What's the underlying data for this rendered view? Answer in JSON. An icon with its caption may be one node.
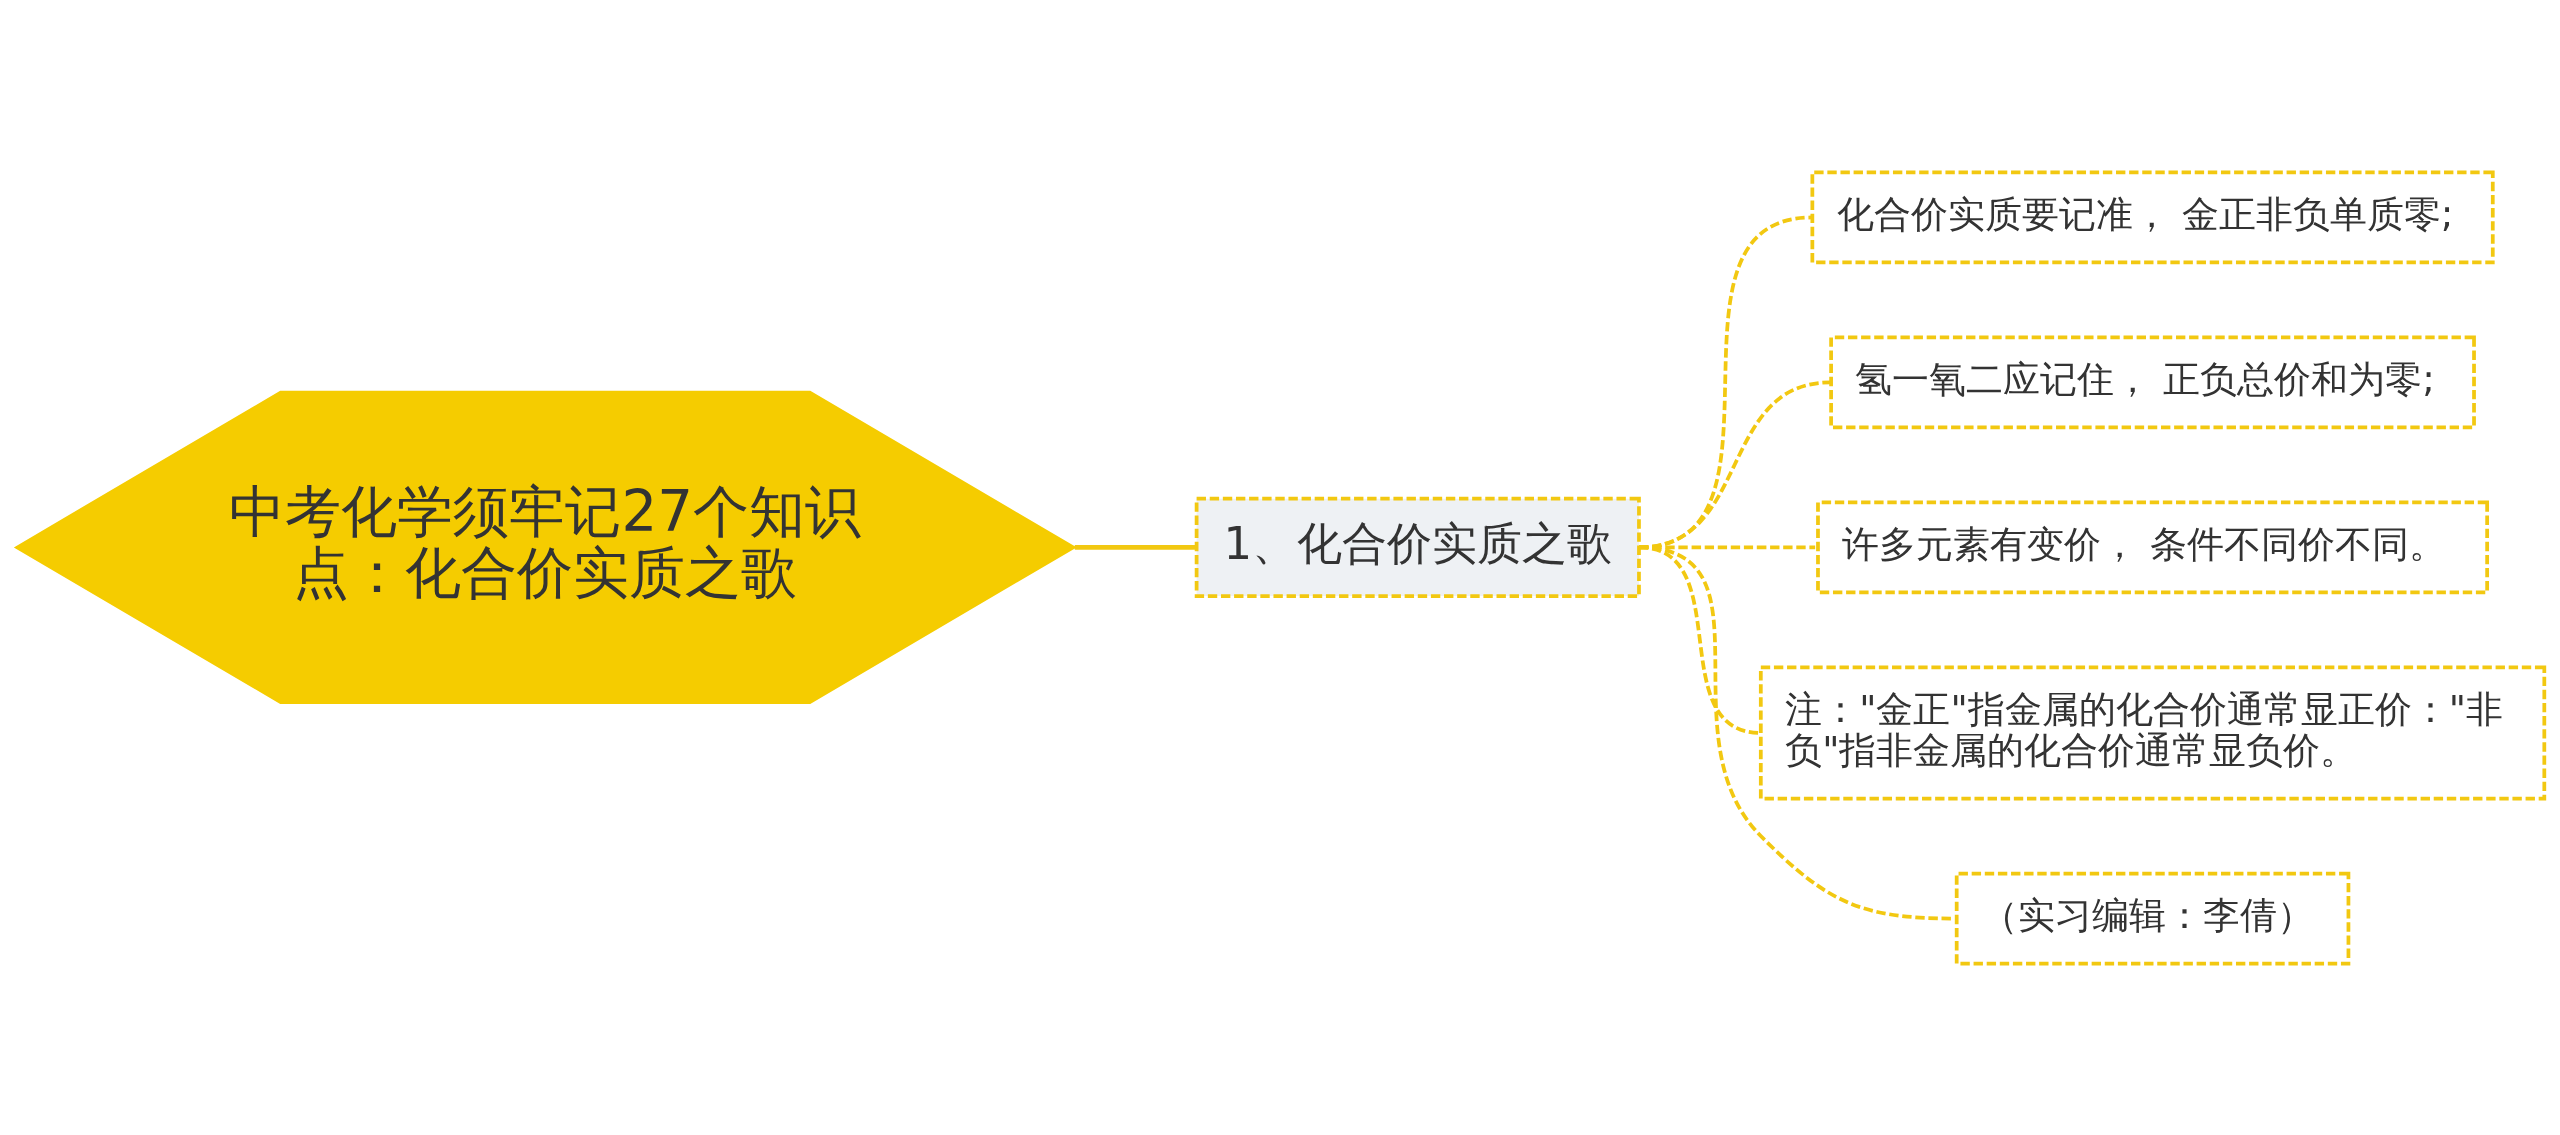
{
  "diagram": {
    "nodes": [
      {
        "text": [
          "中考化学须牢记27个知识点：化合价实质之歌"
        ]
      },
      {
        "text": [
          "1、化合价实质之歌"
        ]
      },
      {
        "text": [
          "化合价实质要记准， 金正非负单质零;"
        ]
      },
      {
        "text": [
          "氢一氧二应记住， 正负总价和为零;"
        ]
      },
      {
        "text": [
          "许多元素有变价， 条件不同价不同。"
        ]
      },
      {
        "text": [
          "注：\"金正\"指金属的化合价通常显正价：\"非负\"指非金属的化合价通常显负价。"
        ]
      },
      {
        "text": [
          "（实习编辑：李倩）"
        ]
      }
    ],
    "edges": [
      {
        "from": 0,
        "to": 1,
        "arrow": "none"
      },
      {
        "from": 1,
        "to": 2,
        "arrow": "none",
        "style": "dashed"
      },
      {
        "from": 1,
        "to": 3,
        "arrow": "none",
        "style": "dashed"
      },
      {
        "from": 1,
        "to": 4,
        "arrow": "none",
        "style": "dashed"
      },
      {
        "from": 1,
        "to": 5,
        "arrow": "none",
        "style": "dashed"
      },
      {
        "from": 1,
        "to": 6,
        "arrow": "none",
        "style": "dashed"
      }
    ]
  }
}
